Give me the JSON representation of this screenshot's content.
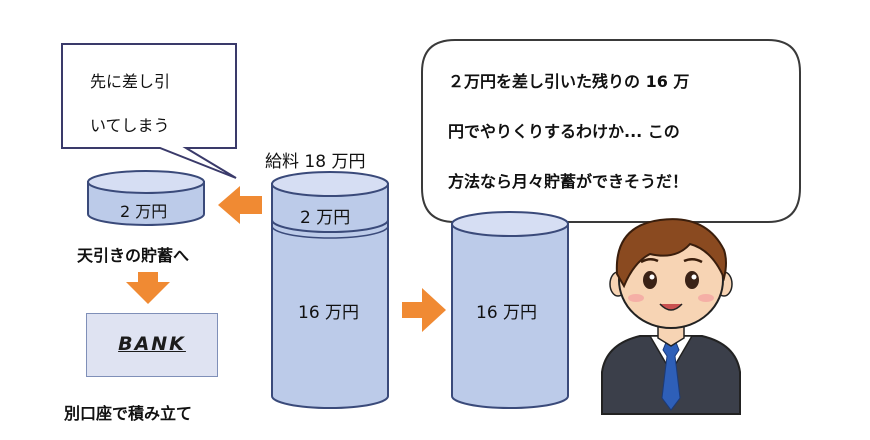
{
  "left_note": {
    "line1": "先に差し引",
    "line2": "いてしまう"
  },
  "small_cylinder_label": "2 万円",
  "deduction_label": "天引きの貯蓄へ",
  "bank_label": "BANK",
  "savings_label": "別口座で積み立て",
  "salary_label": "給料 18 万円",
  "salary_top_segment": "2 万円",
  "salary_bottom_segment": "16 万円",
  "remaining_label": "16 万円",
  "speech": {
    "line1": "２万円を差し引いた残りの 16 万",
    "line2": "円でやりくりするわけか...  この",
    "line3": "方法なら月々貯蓄ができそうだ！"
  },
  "colors": {
    "cylinder_fill": "#bccbe9",
    "cylinder_top": "#d6def3",
    "cylinder_stroke": "#3a4a7a",
    "arrow": "#f08a33",
    "bank_fill": "#dfe3f2"
  },
  "icons": [
    "arrow-left-icon",
    "arrow-down-icon",
    "arrow-right-icon",
    "man-character-icon"
  ]
}
